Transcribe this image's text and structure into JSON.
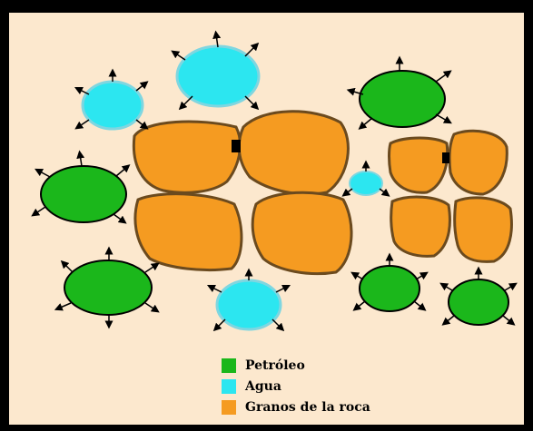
{
  "colors": {
    "frame": "#000000",
    "background": "#FCE8CE",
    "petroleo": "#1BB71B",
    "agua": "#2CE6F0",
    "granos": "#F59B21"
  },
  "legend": [
    {
      "label": "Petróleo",
      "color": "#1BB71B"
    },
    {
      "label": "Agua",
      "color": "#2CE6F0"
    },
    {
      "label": "Granos de la roca",
      "color": "#F59B21"
    }
  ],
  "icons": {
    "droplet_arrows": "arrow-out-icon"
  }
}
